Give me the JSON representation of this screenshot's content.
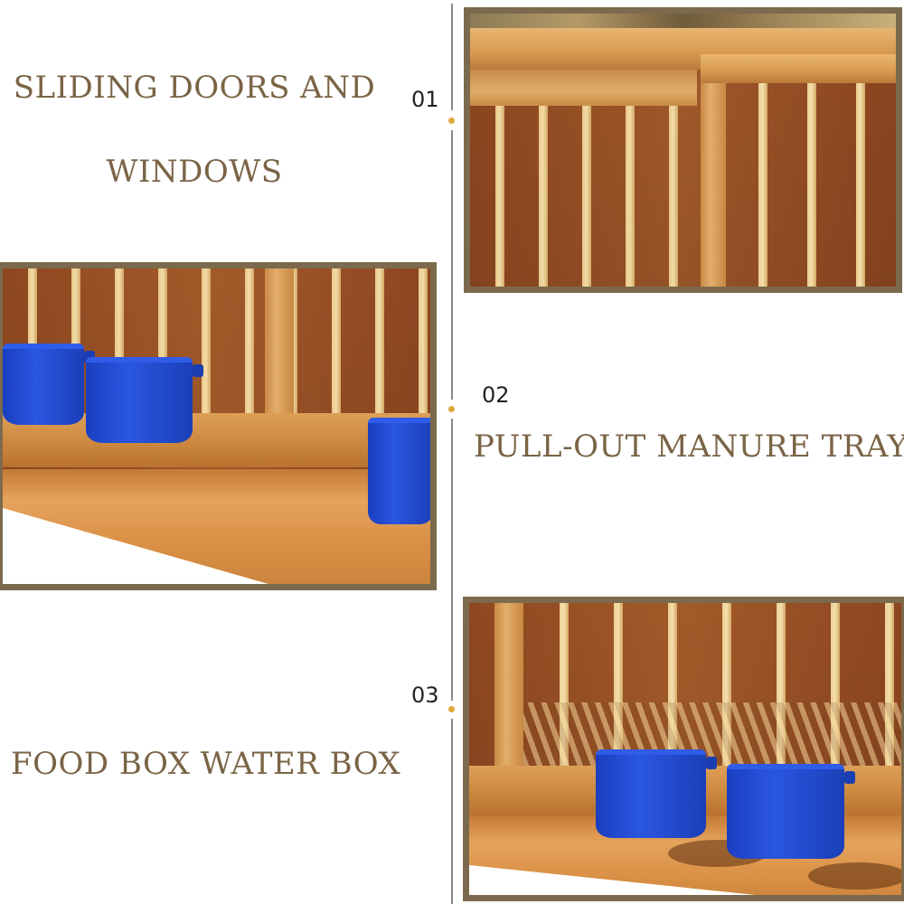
{
  "features": [
    {
      "number": "01",
      "title_line1": "SLIDING DOORS AND",
      "title_line2": "WINDOWS"
    },
    {
      "number": "02",
      "title": "PULL-OUT MANURE TRAY"
    },
    {
      "number": "03",
      "title": "FOOD BOX WATER BOX"
    }
  ],
  "photos": [
    {
      "label": "sliding-doors-photo"
    },
    {
      "label": "manure-tray-photo"
    },
    {
      "label": "food-water-box-photo"
    }
  ],
  "colors": {
    "heading_text": "#7a6446",
    "frame_border": "#7b6a4e",
    "timeline_line": "#8a8a8a",
    "timeline_dot": "#e0a83c",
    "cup_blue": "#2a56e0"
  }
}
